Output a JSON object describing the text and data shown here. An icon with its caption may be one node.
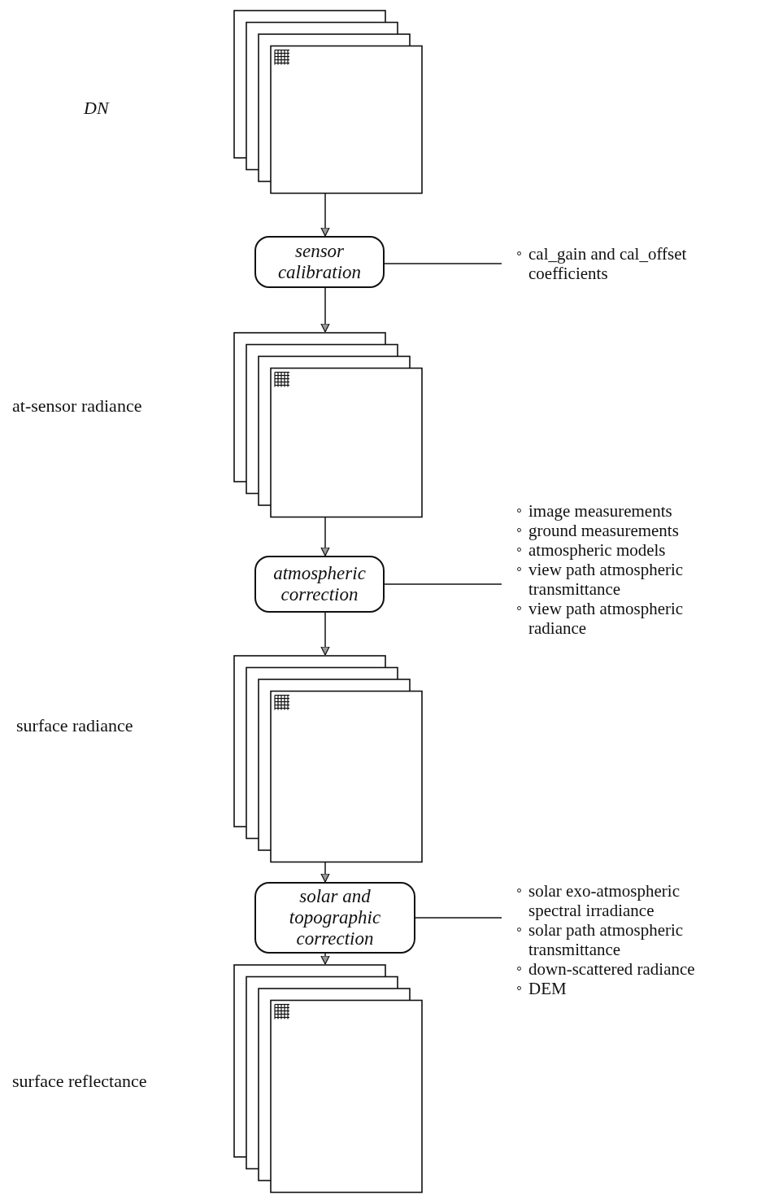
{
  "diagram": {
    "nodes": [
      {
        "text": [],
        "shape": "picture"
      },
      {
        "text": [
          "sensor calibration"
        ]
      },
      {
        "text": [
          "cal_gain and cal_offset coefficients"
        ]
      },
      {
        "text": [],
        "shape": "picture"
      },
      {
        "text": [
          "atmospheric correction"
        ]
      },
      {
        "text": [
          "image measurements",
          "ground measurements",
          "atmospheric models",
          "view path atmospheric transmittance",
          "view path atmospheric radiance"
        ]
      },
      {
        "text": [],
        "shape": "picture"
      },
      {
        "text": [
          "solar and topographic correction"
        ]
      },
      {
        "text": [
          "solar exo-atmospheric spectral irradiance",
          "solar path atmospheric transmittance",
          "down-scattered radiance",
          "DEM"
        ]
      },
      {
        "text": [],
        "shape": "picture"
      }
    ],
    "edges": [
      {
        "from": 0,
        "to": 1,
        "arrow": "to"
      },
      {
        "from": 1,
        "to": 3,
        "arrow": "to"
      },
      {
        "from": 2,
        "to": 1,
        "arrow": "none"
      },
      {
        "from": 3,
        "to": 4,
        "arrow": "to"
      },
      {
        "from": 4,
        "to": 6,
        "arrow": "to"
      },
      {
        "from": 5,
        "to": 4,
        "arrow": "none"
      },
      {
        "from": 6,
        "to": 7,
        "arrow": "to"
      },
      {
        "from": 7,
        "to": 9,
        "arrow": "to"
      },
      {
        "from": 8,
        "to": 7,
        "arrow": "none"
      }
    ],
    "labels": [
      "DN",
      "at-sensor radiance",
      "surface radiance",
      "surface reflectance"
    ]
  }
}
